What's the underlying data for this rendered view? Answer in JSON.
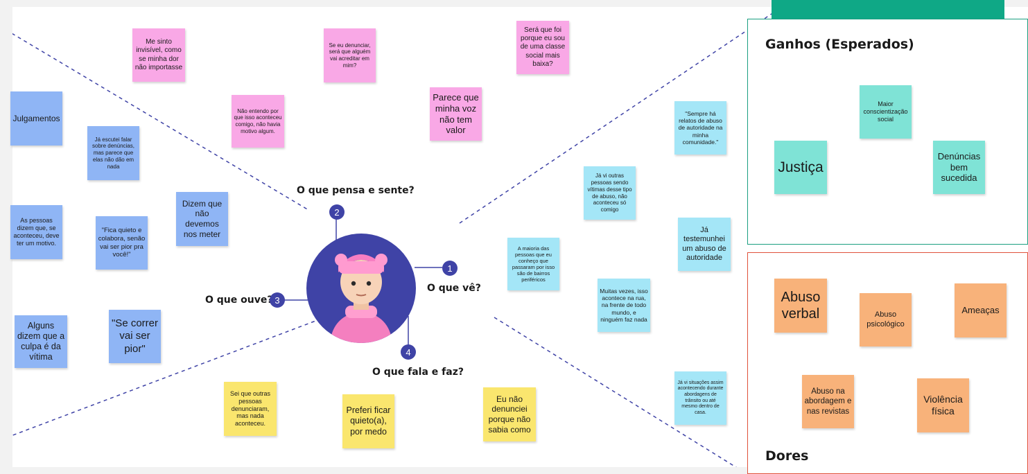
{
  "accent_colors": {
    "badge": "#3f43a6",
    "ganhos_border": "#1a9e80",
    "dores_border": "#e0513a",
    "header_bar": "#0fa886"
  },
  "labels": {
    "pensa": "O que pensa e sente?",
    "ve": "O que vê?",
    "ouve": "O que ouve?",
    "fala": "O que fala e faz?"
  },
  "badges": {
    "pensa": "2",
    "ve": "1",
    "ouve": "3",
    "fala": "4"
  },
  "avatar": {
    "icon": "person-avatar-icon"
  },
  "notes": {
    "pensa": [
      "Me sinto invisível, como se minha dor não importasse",
      "Se eu denunciar, será que alguém vai acreditar em mim?",
      "Será que foi porque eu sou de uma classe social mais baixa?",
      "Não entendo por que isso aconteceu comigo, não havia motivo algum.",
      "Parece que minha voz não tem valor"
    ],
    "ouve": [
      "Julgamentos",
      "Já escutei falar sobre denúncias, mas parece que elas não dão em nada",
      "As pessoas dizem que, se aconteceu, deve ter um motivo.",
      "\"Fica quieto e colabora, senão vai ser pior pra você!\"",
      "Dizem que não devemos nos meter",
      "Alguns dizem que a culpa é da vítima",
      "\"Se correr vai ser pior\""
    ],
    "ve": [
      "\"Sempre há relatos de abuso de autoridade na minha comunidade.\"",
      "Já vi outras pessoas sendo vítimas desse tipo de abuso, não aconteceu só comigo",
      "Já testemunhei um abuso de autoridade",
      "A maioria das pessoas que eu conheço que passaram por isso são de bairros periféricos",
      "Muitas vezes, isso acontece na rua, na frente de todo mundo, e ninguém faz nada",
      "Já vi situações assim acontecendo durante abordagens de trânsito ou até mesmo dentro de casa."
    ],
    "fala": [
      "Sei que outras pessoas denunciaram, mas nada aconteceu.",
      "Preferi ficar quieto(a), por medo",
      "Eu não denunciei porque não sabia como"
    ]
  },
  "ganhos": {
    "title": "Ganhos (Esperados)",
    "notes": [
      "Maior conscientização social",
      "Justiça",
      "Denúncias bem sucedida"
    ]
  },
  "dores": {
    "title": "Dores",
    "notes": [
      "Abuso verbal",
      "Abuso psicológico",
      "Ameaças",
      "Abuso na abordagem e nas revistas",
      "Violência física"
    ]
  }
}
